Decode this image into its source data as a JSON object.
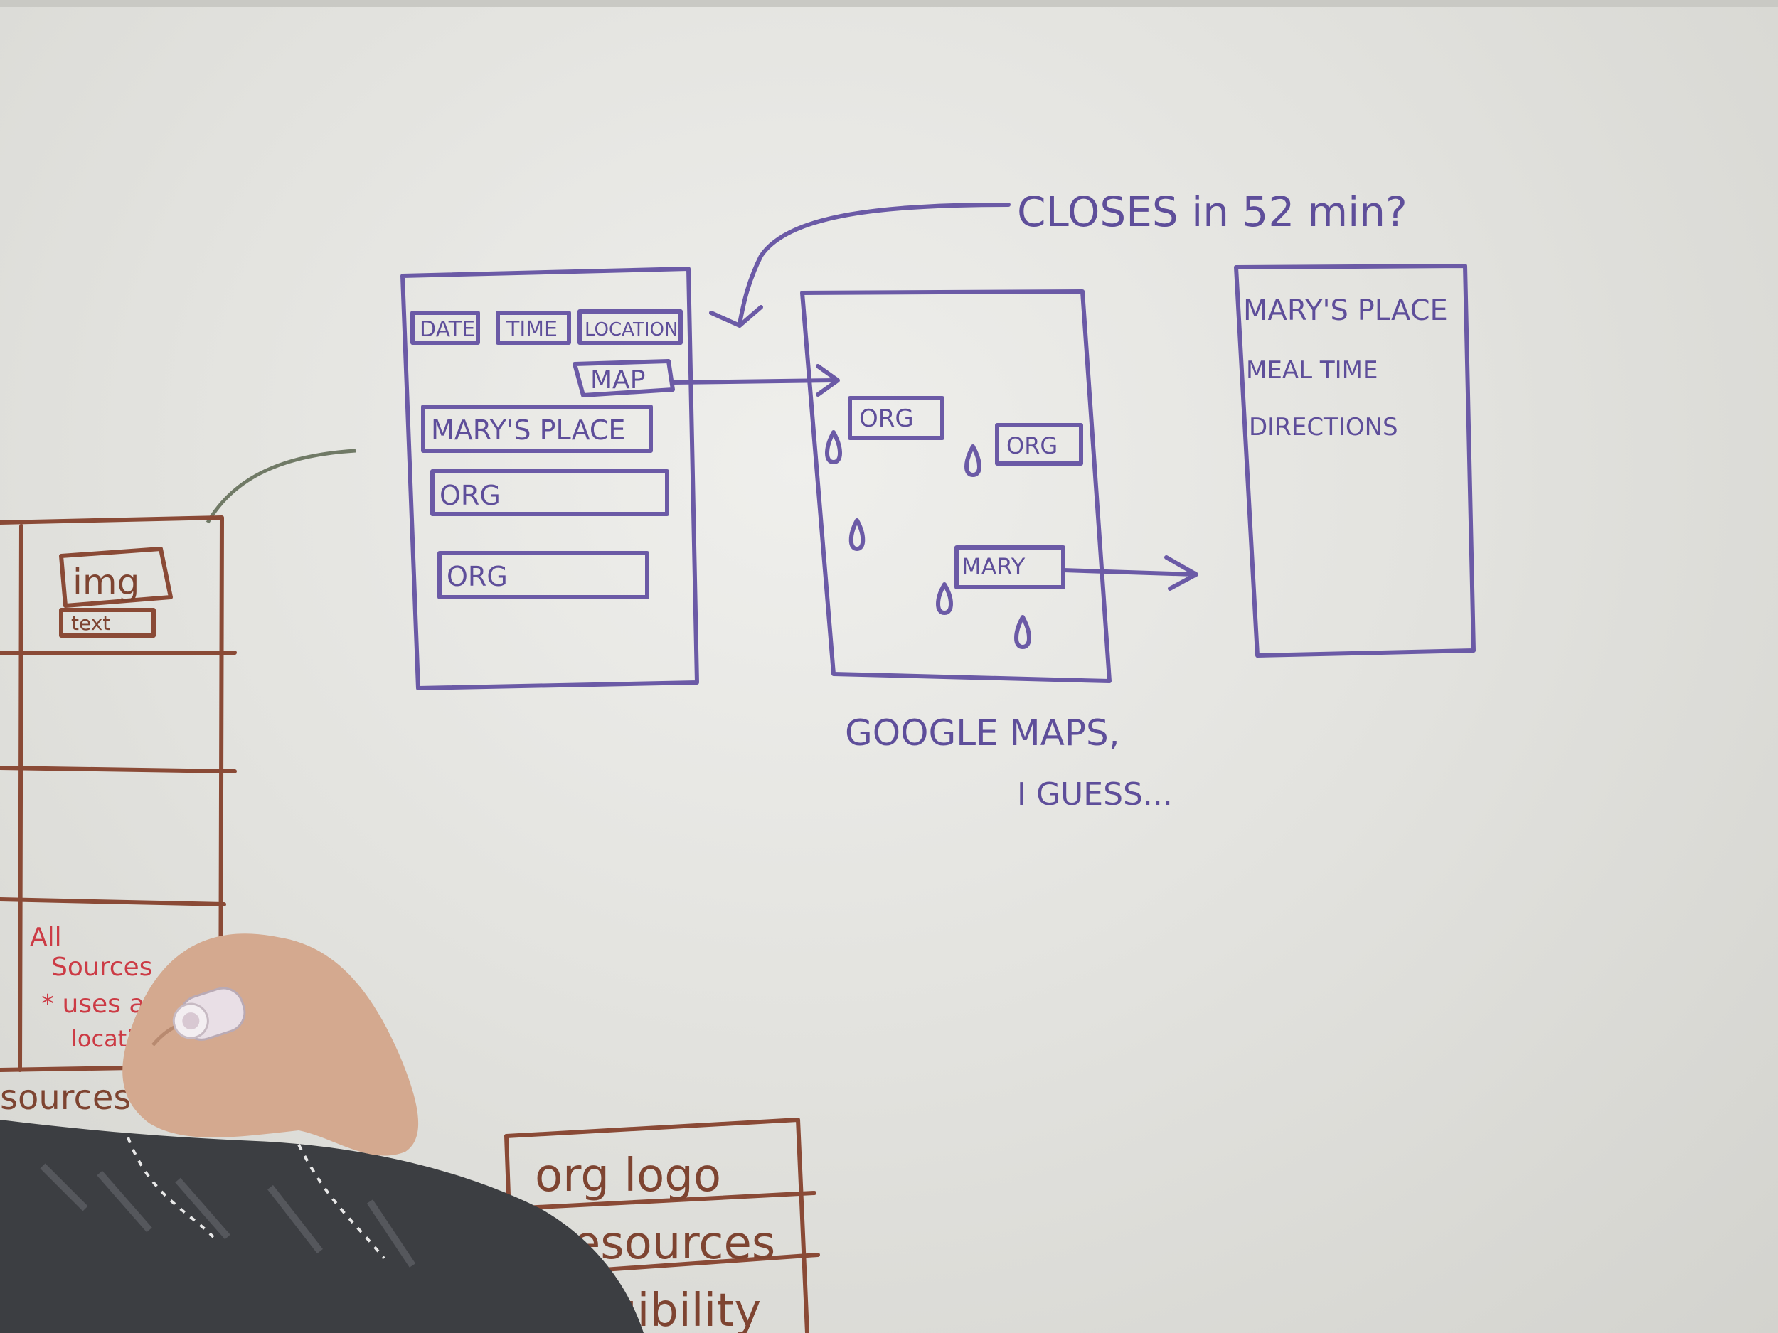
{
  "top_note": "CLOSES in 52 min?",
  "list_screen": {
    "filters": [
      "DATE",
      "TIME",
      "LOCATION"
    ],
    "map_button": "MAP",
    "rows": [
      "MARY'S PLACE",
      "ORG",
      "ORG"
    ]
  },
  "map_screen": {
    "pins": [
      "ORG",
      "ORG",
      "MARY"
    ],
    "caption_line1": "GOOGLE MAPS,",
    "caption_line2": "I GUESS..."
  },
  "detail_screen": {
    "lines": [
      "MARY'S PLACE",
      "MEAL TIME",
      "DIRECTIONS"
    ]
  },
  "left_sketch": {
    "img_label": "img",
    "text_label": "text",
    "red_note": [
      "All",
      "Sources",
      "* uses all",
      "locations"
    ],
    "bottom_label": "sources by category"
  },
  "bottom_sketch": {
    "rows": [
      "org logo",
      "resources",
      "eligibility"
    ]
  },
  "colors": {
    "marker_purple": "#6b5aa6",
    "marker_brown": "#8a4a36",
    "marker_red": "#c9434a",
    "board": "#e6e6e2"
  }
}
